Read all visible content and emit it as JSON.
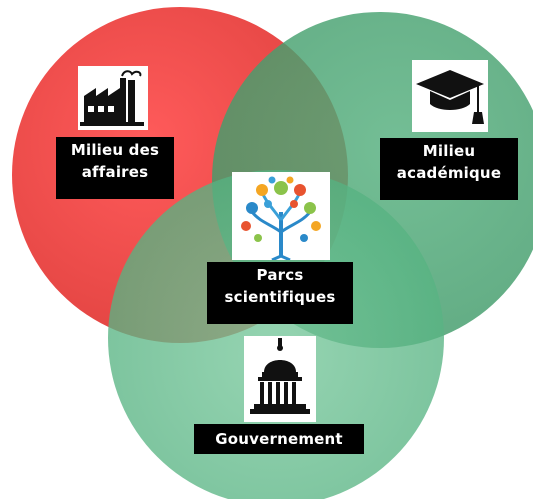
{
  "diagram": {
    "circles": [
      {
        "id": "business",
        "color": "#e8322f"
      },
      {
        "id": "academic",
        "color": "#3e9a67"
      },
      {
        "id": "government",
        "color": "#5cb787"
      }
    ],
    "labels": {
      "business": "Milieu des\naffaires",
      "academic": "Milieu\nacadémique",
      "science_parks": "Parcs\nscientifiques",
      "government": "Gouvernement"
    },
    "icons": {
      "business": "factory-icon",
      "academic": "graduation-cap-icon",
      "science_parks": "science-tree-icon",
      "government": "capitol-dome-icon"
    }
  }
}
